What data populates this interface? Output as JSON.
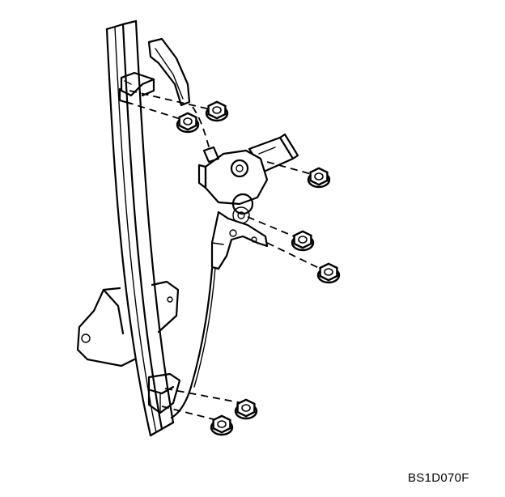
{
  "figure": {
    "reference_code": "BS1D070F"
  },
  "parts": {
    "rail": "rail",
    "regulator_motor": "regulator-motor",
    "drive_cable": "drive-cable",
    "nuts": [
      "nut",
      "nut",
      "nut",
      "nut",
      "nut",
      "nut",
      "nut"
    ]
  }
}
